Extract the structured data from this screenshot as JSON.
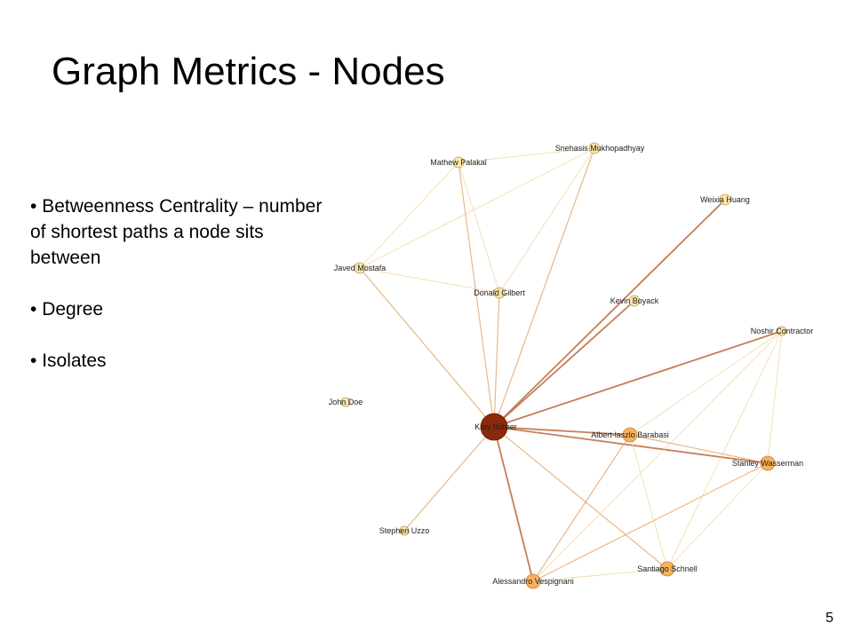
{
  "slide": {
    "title": "Graph Metrics - Nodes",
    "bullets": [
      "Betweenness Centrality – number of shortest paths a node sits between",
      "Degree",
      "Isolates"
    ],
    "page_number": "5"
  },
  "graph": {
    "colors": {
      "hub": "#8b2a0a",
      "high": "#f6b260",
      "low": "#fbe6a6",
      "edge_strong": "#b8673a",
      "edge_mid": "#e0a060",
      "edge_faint": "#f2d39a"
    },
    "nodes": [
      {
        "id": "snehasis",
        "label": "Snehasis Mukhopadhyay",
        "level": "low"
      },
      {
        "id": "mathew",
        "label": "Mathew Palakal",
        "level": "low"
      },
      {
        "id": "weixia",
        "label": "Weixia Huang",
        "level": "low"
      },
      {
        "id": "javed",
        "label": "Javed Mostafa",
        "level": "low"
      },
      {
        "id": "donald",
        "label": "Donald Gilbert",
        "level": "low"
      },
      {
        "id": "kevin",
        "label": "Kevin Boyack",
        "level": "low"
      },
      {
        "id": "noshir",
        "label": "Noshir Contractor",
        "level": "low"
      },
      {
        "id": "john",
        "label": "John Doe",
        "level": "low"
      },
      {
        "id": "katy",
        "label": "Katy Borner",
        "level": "hub"
      },
      {
        "id": "albert",
        "label": "Albert-laszlo Barabasi",
        "level": "high"
      },
      {
        "id": "stanley",
        "label": "Stanley Wasserman",
        "level": "high"
      },
      {
        "id": "stephen",
        "label": "Stephen Uzzo",
        "level": "low"
      },
      {
        "id": "santiago",
        "label": "Santiago Schnell",
        "level": "high"
      },
      {
        "id": "alessandro",
        "label": "Alessandro Vespignani",
        "level": "high"
      }
    ],
    "edges": [
      {
        "source": "katy",
        "target": "mathew",
        "weight": "mid"
      },
      {
        "source": "katy",
        "target": "snehasis",
        "weight": "mid"
      },
      {
        "source": "katy",
        "target": "javed",
        "weight": "mid"
      },
      {
        "source": "katy",
        "target": "donald",
        "weight": "mid"
      },
      {
        "source": "katy",
        "target": "weixia",
        "weight": "strong"
      },
      {
        "source": "katy",
        "target": "kevin",
        "weight": "strong"
      },
      {
        "source": "katy",
        "target": "noshir",
        "weight": "strong"
      },
      {
        "source": "katy",
        "target": "albert",
        "weight": "strong"
      },
      {
        "source": "katy",
        "target": "stanley",
        "weight": "strong"
      },
      {
        "source": "katy",
        "target": "stephen",
        "weight": "mid"
      },
      {
        "source": "katy",
        "target": "santiago",
        "weight": "mid"
      },
      {
        "source": "katy",
        "target": "alessandro",
        "weight": "strong"
      },
      {
        "source": "mathew",
        "target": "snehasis",
        "weight": "faint"
      },
      {
        "source": "mathew",
        "target": "javed",
        "weight": "faint"
      },
      {
        "source": "mathew",
        "target": "donald",
        "weight": "faint"
      },
      {
        "source": "javed",
        "target": "snehasis",
        "weight": "faint"
      },
      {
        "source": "javed",
        "target": "donald",
        "weight": "faint"
      },
      {
        "source": "donald",
        "target": "snehasis",
        "weight": "faint"
      },
      {
        "source": "albert",
        "target": "stanley",
        "weight": "mid"
      },
      {
        "source": "albert",
        "target": "noshir",
        "weight": "faint"
      },
      {
        "source": "albert",
        "target": "santiago",
        "weight": "faint"
      },
      {
        "source": "albert",
        "target": "alessandro",
        "weight": "mid"
      },
      {
        "source": "stanley",
        "target": "noshir",
        "weight": "faint"
      },
      {
        "source": "stanley",
        "target": "alessandro",
        "weight": "mid"
      },
      {
        "source": "stanley",
        "target": "santiago",
        "weight": "faint"
      },
      {
        "source": "santiago",
        "target": "noshir",
        "weight": "faint"
      },
      {
        "source": "alessandro",
        "target": "santiago",
        "weight": "faint"
      },
      {
        "source": "alessandro",
        "target": "noshir",
        "weight": "faint"
      }
    ]
  }
}
